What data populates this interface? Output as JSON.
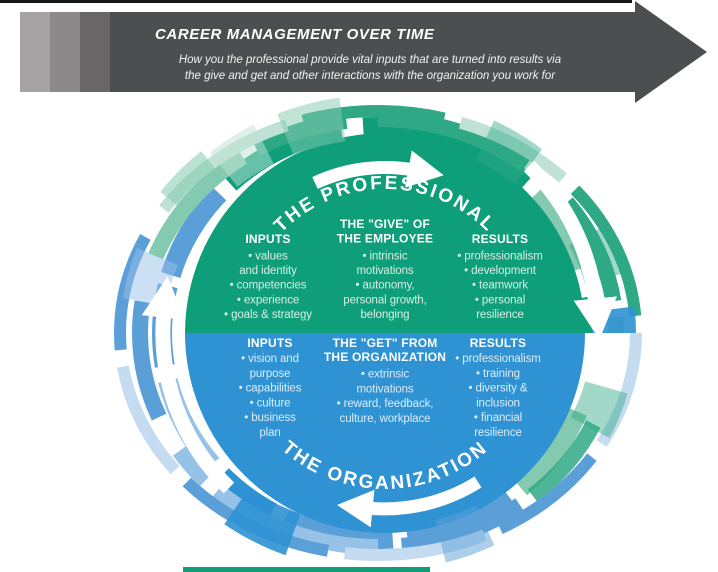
{
  "banner": {
    "title": "CAREER MANAGEMENT OVER TIME",
    "subtitle_lines": [
      "How you the professional provide vital inputs that are turned into results via",
      "the give and get and other interactions with the organization you work for"
    ]
  },
  "diagram": {
    "top_half": {
      "arc_title": "THE PROFESSIONAL",
      "inputs": {
        "header": "INPUTS",
        "lines": [
          "• values",
          "and identity",
          "• competencies",
          "• experience",
          "• goals & strategy"
        ]
      },
      "center": {
        "header_lines": [
          "THE \"GIVE\" OF",
          "THE EMPLOYEE"
        ],
        "lines": [
          "• intrinsic",
          "motivations",
          "• autonomy,",
          "personal growth,",
          "belonging"
        ]
      },
      "results": {
        "header": "RESULTS",
        "lines": [
          "• professionalism",
          "• development",
          "• teamwork",
          "• personal",
          "resilience"
        ]
      }
    },
    "bottom_half": {
      "arc_title": "THE ORGANIZATION",
      "inputs": {
        "header": "INPUTS",
        "lines": [
          "• vision and",
          "purpose",
          "• capabilities",
          "• culture",
          "• business",
          "plan"
        ]
      },
      "center": {
        "header_lines": [
          "THE \"GET\" FROM",
          "THE ORGANIZATION"
        ],
        "lines": [
          "• extrinsic",
          "motivations",
          "• reward, feedback,",
          "culture, workplace"
        ]
      },
      "results": {
        "header": "RESULTS",
        "lines": [
          "• professionalism",
          "• training",
          "• diversity &",
          "inclusion",
          "• financial",
          "resilience"
        ]
      }
    }
  },
  "colors": {
    "green_main": "#0f9e7a",
    "green_mid": "#2fa985",
    "green_light": "#84cab0",
    "green_pale": "#bfe2d5",
    "blue_main": "#2e92d3",
    "blue_mid": "#5b9fd9",
    "blue_light": "#97c2e8",
    "blue_pale": "#c5dcf0",
    "banner_body": "#4d4e50",
    "arrow_white": "#ffffff"
  }
}
